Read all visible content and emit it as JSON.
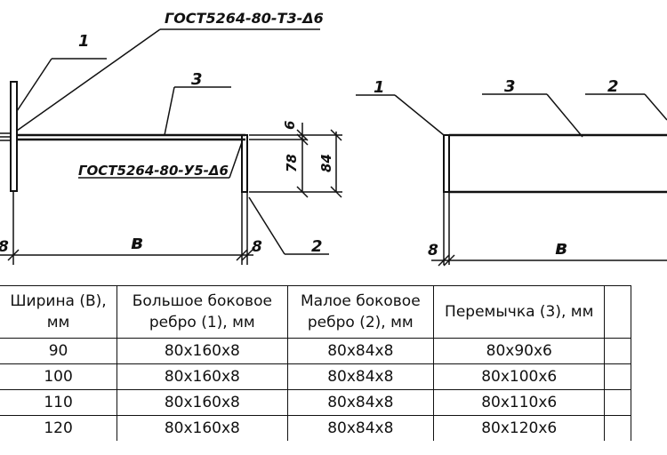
{
  "drawing": {
    "label_gost_top": "ГОСТ5264-80-Т3-Δ6",
    "label_gost_bottom": "ГОСТ5264-80-У5-Δ6",
    "left": {
      "callout_1": "1",
      "callout_2": "2",
      "callout_3": "3",
      "dim_6": "6",
      "dim_78": "78",
      "dim_84": "84",
      "dim_8_left": "8",
      "dim_8_right": "8",
      "dim_b": "в"
    },
    "right": {
      "callout_1": "1",
      "callout_2": "2",
      "callout_3": "3",
      "dim_8": "8",
      "dim_b": "в"
    }
  },
  "table": {
    "headers": [
      "Ширина (В), мм",
      "Большое боковое ребро (1), мм",
      "Малое боковое ребро (2), мм",
      "Перемычка (3), мм"
    ],
    "rows": [
      [
        "90",
        "80x160x8",
        "80x84x8",
        "80x90x6"
      ],
      [
        "100",
        "80x160x8",
        "80x84x8",
        "80x100x6"
      ],
      [
        "110",
        "80x160x8",
        "80x84x8",
        "80x110x6"
      ],
      [
        "120",
        "80x160x8",
        "80x84x8",
        "80x120x6"
      ]
    ]
  }
}
